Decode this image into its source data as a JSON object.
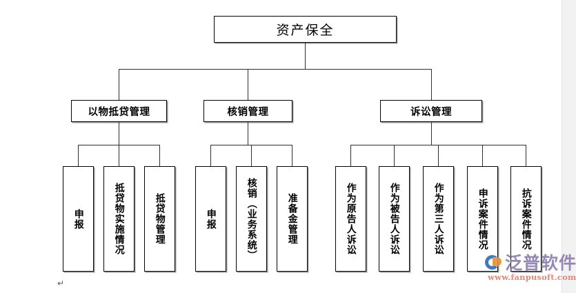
{
  "chart_data": {
    "type": "diagram",
    "diagram_kind": "organization-tree",
    "title": "资产保全",
    "orientation": "top-down",
    "levels": 3,
    "root": {
      "label": "资产保全",
      "children_count": 3
    },
    "branches": [
      {
        "label": "以物抵贷管理",
        "leaves": [
          "申报",
          "抵贷物实施情况",
          "抵贷物管理"
        ]
      },
      {
        "label": "核销管理",
        "leaves": [
          "申报",
          "核销（业务系统）",
          "准备金管理"
        ]
      },
      {
        "label": "诉讼管理",
        "leaves": [
          "作为原告人诉讼",
          "作为被告人诉讼",
          "作为第三人诉讼",
          "申诉案件情况",
          "抗诉案件情况"
        ]
      }
    ]
  },
  "nodes": {
    "root": "资产保全",
    "level2": {
      "b0": "以物抵贷管理",
      "b1": "核销管理",
      "b2": "诉讼管理"
    },
    "leaves": {
      "l00": "申报",
      "l01": "抵贷物实施情况",
      "l02": "抵贷物管理",
      "l10": "申报",
      "l11": "核销（业务系统）",
      "l12": "准备金管理",
      "l20": "作为原告人诉讼",
      "l21": "作为被告人诉讼",
      "l22": "作为第三人诉讼",
      "l23": "申诉案件情况",
      "l24": "抗诉案件情况"
    }
  },
  "document": {
    "paragraph_mark": "↵"
  },
  "watermark": {
    "brand": "泛普软件",
    "url": "www.fanpusoft.com",
    "brand_color": "#8e7fb0",
    "url_color": "#d98b7a",
    "logo_blue": "#2f6fb5",
    "logo_orange": "#e8913c"
  },
  "colors": {
    "box_border": "#000000",
    "box_shadow": "#9a9a9a",
    "line": "#2e2e2e",
    "background": "#ffffff",
    "page_edge": "#f2f2f2"
  }
}
